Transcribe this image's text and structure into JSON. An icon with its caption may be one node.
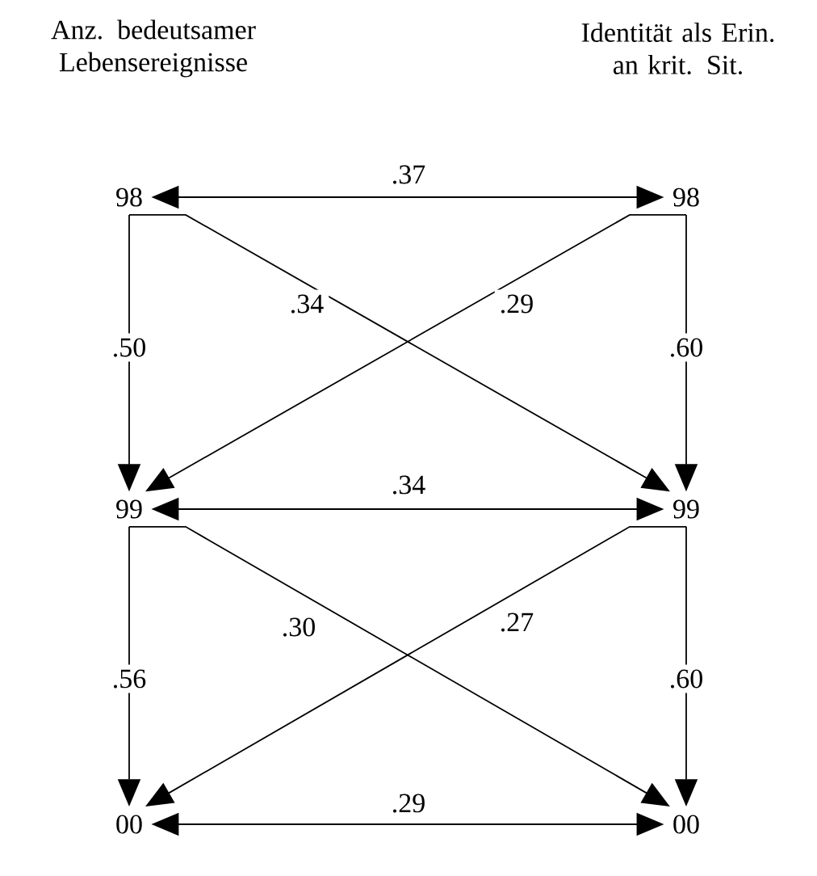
{
  "diagram": {
    "nodes": [
      {
        "text": [
          "98"
        ]
      },
      {
        "text": [
          "98"
        ]
      },
      {
        "text": [
          "99"
        ]
      },
      {
        "text": [
          "99"
        ]
      },
      {
        "text": [
          "00"
        ]
      },
      {
        "text": [
          "00"
        ]
      }
    ],
    "edges": [
      {
        "from": 0,
        "to": 1,
        "arrow": "both",
        "label": ".37"
      },
      {
        "from": 0,
        "to": 2,
        "arrow": "to",
        "label": ".50"
      },
      {
        "from": 0,
        "to": 3,
        "arrow": "to",
        "label": ".34"
      },
      {
        "from": 1,
        "to": 2,
        "arrow": "to",
        "label": ".29"
      },
      {
        "from": 1,
        "to": 3,
        "arrow": "to",
        "label": ".60"
      },
      {
        "from": 2,
        "to": 3,
        "arrow": "both",
        "label": ".34"
      },
      {
        "from": 2,
        "to": 4,
        "arrow": "to",
        "label": ".56"
      },
      {
        "from": 2,
        "to": 5,
        "arrow": "to",
        "label": ".30"
      },
      {
        "from": 3,
        "to": 4,
        "arrow": "to",
        "label": ".27"
      },
      {
        "from": 3,
        "to": 5,
        "arrow": "to",
        "label": ".60"
      },
      {
        "from": 4,
        "to": 5,
        "arrow": "both",
        "label": ".29"
      }
    ],
    "labels": [
      "Anz. bedeutsamer Lebensereignisse",
      "Identität als Erin. an krit. Sit."
    ]
  }
}
